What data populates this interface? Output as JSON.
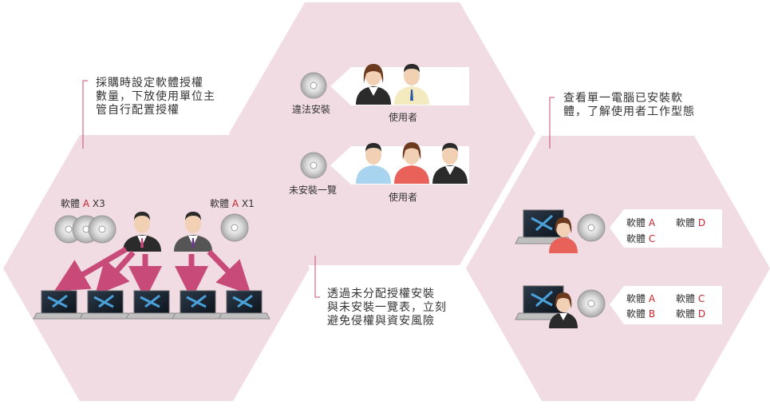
{
  "left": {
    "caption": [
      "採購時設定軟體授權",
      "數量，下放使用單位主",
      "管自行配置授權"
    ],
    "software_a_label": "軟體",
    "software_a_letter": "A",
    "software_a_count": "X3",
    "software_b_label": "軟體",
    "software_b_letter": "A",
    "software_b_count": "X1"
  },
  "center": {
    "illegal_label": "違法安裝",
    "users_label_1": "使用者",
    "uninstalled_label": "未安裝一覽",
    "users_label_2": "使用者",
    "caption": [
      "透過未分配授權安裝",
      "與未安裝一覽表，立刻",
      "避免侵權與資安風險"
    ]
  },
  "right": {
    "caption": [
      "查看單一電腦已安裝軟",
      "體，了解使用者工作型態"
    ],
    "panel1": [
      [
        "軟體",
        "A"
      ],
      [
        "軟體",
        "D"
      ],
      [
        "軟體",
        "C"
      ]
    ],
    "panel2": [
      [
        "軟體",
        "A"
      ],
      [
        "軟體",
        "C"
      ],
      [
        "軟體",
        "B"
      ],
      [
        "軟體",
        "D"
      ]
    ]
  },
  "colors": {
    "hex_fill": "#f2dce4",
    "arrow": "#c84a78",
    "red_letter": "#c0282e"
  }
}
